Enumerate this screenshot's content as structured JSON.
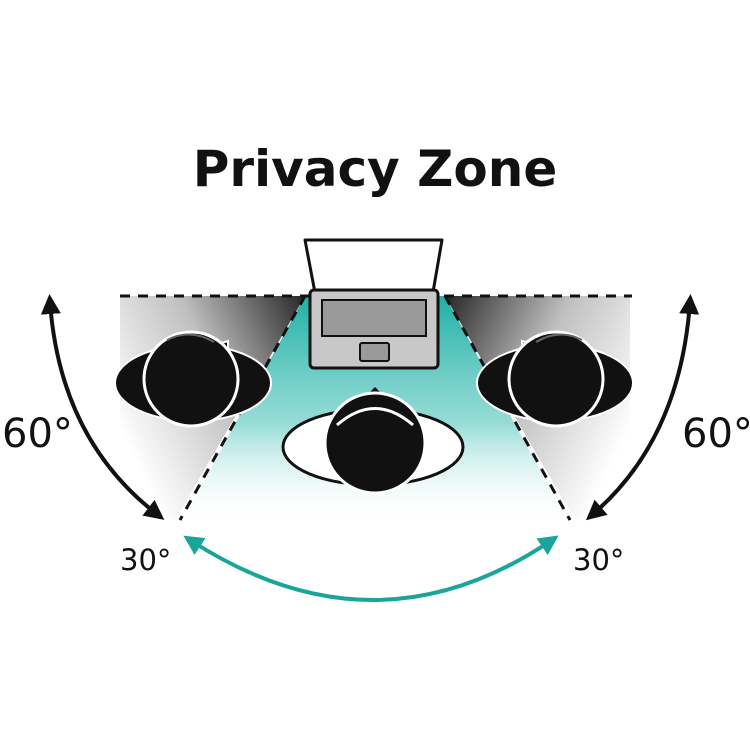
{
  "title": "Privacy Zone",
  "angles": {
    "left_outer": "60°",
    "right_outer": "60°",
    "left_inner": "30°",
    "right_inner": "30°"
  },
  "colors": {
    "privacy_zone": "#1fb0a6",
    "arc_teal": "#1aa59a",
    "ink": "#111111",
    "laptop_fill": "#c8c8c8",
    "laptop_screen": "#9a9a9a"
  },
  "icons": [
    "laptop-icon",
    "viewer-head-icon",
    "observer-head-icon"
  ]
}
